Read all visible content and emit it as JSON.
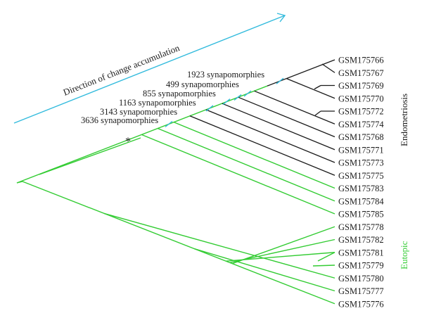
{
  "direction_label": "Direction of change accumulation",
  "asterisk": "*",
  "colors": {
    "endometriosis": "#1a1a1a",
    "eutopic": "#33cc33",
    "arrow": "#33bbdd"
  },
  "group_labels": {
    "endometriosis": "Endometriosis",
    "eutopic": "Eutopic"
  },
  "synapomorphies": [
    "1923 synapomorphies",
    "499 synapomorphies",
    "855 synapomorphies",
    "1163 synapomorphies",
    "3143 synapomorphies",
    "3636 synapomorphies"
  ],
  "leaves": [
    "GSM175766",
    "GSM175767",
    "GSM175769",
    "GSM175770",
    "GSM175772",
    "GSM175774",
    "GSM175768",
    "GSM175771",
    "GSM175773",
    "GSM175775",
    "GSM175783",
    "GSM175784",
    "GSM175785",
    "GSM175778",
    "GSM175782",
    "GSM175781",
    "GSM175779",
    "GSM175780",
    "GSM175777",
    "GSM175776"
  ]
}
